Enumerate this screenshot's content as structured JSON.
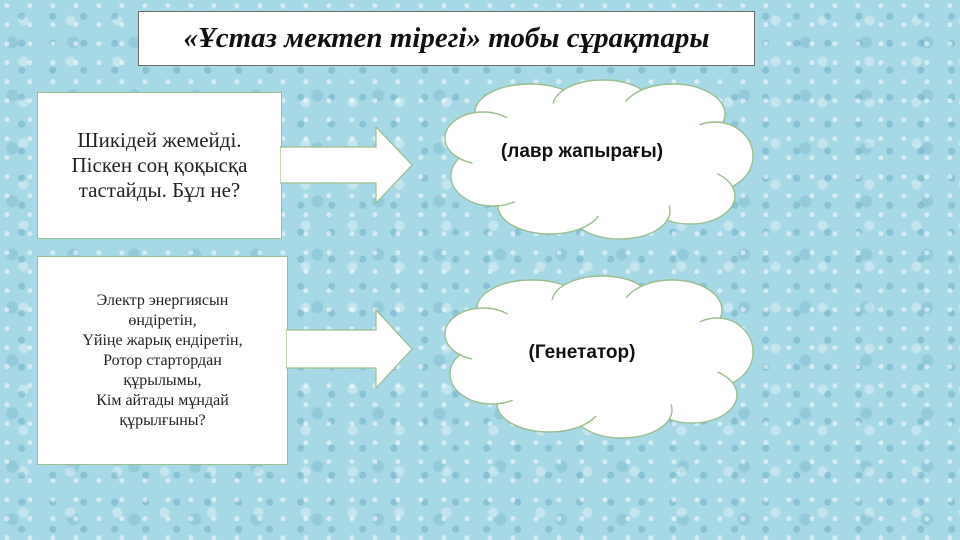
{
  "slide": {
    "title": "«Ұстаз мектеп тірегі» тобы сұрақтары",
    "questions": [
      {
        "text": "Шикідей жемейді.\nПіскен соң қоқысқа\nтастайды. Бұл не?",
        "answer": "(лавр жапырағы)"
      },
      {
        "text": "Электр энергиясын\nөндіретін,\nҮйіңе жарық ендіретін,\nРотор стартордан\nқұрылымы,\nКім айтады мұндай\nқұрылғыны?",
        "answer": "(Генетатор)"
      }
    ]
  },
  "colors": {
    "background": "#a6d8e6",
    "box_fill": "#ffffff",
    "box_border": "#9bbf8e",
    "arrow_border": "#9bbf8e",
    "cloud_border": "#9bbf8e"
  },
  "icons": {
    "arrow": "right-arrow-icon",
    "cloud": "cloud-shape"
  }
}
